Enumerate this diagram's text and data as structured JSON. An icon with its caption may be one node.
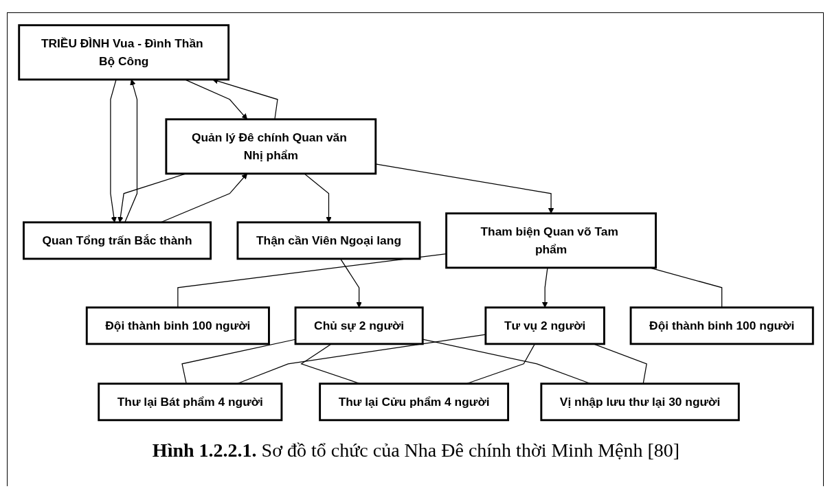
{
  "diagram": {
    "caption": "**Hình 1.2.2.1.** Sơ đồ tổ chức của Nha Đê chính thời Minh Mệnh [80]",
    "nodes": [
      {
        "text": [
          "TRIỀU ĐÌNH Vua - Đình Thần Bộ Công"
        ]
      },
      {
        "text": [
          "Quản lý Đê chính Quan văn Nhị phẩm"
        ]
      },
      {
        "text": [
          "Quan Tổng trấn Bắc thành"
        ]
      },
      {
        "text": [
          "Thận cần Viên Ngoại lang"
        ]
      },
      {
        "text": [
          "Tham biện Quan võ Tam phẩm"
        ]
      },
      {
        "text": [
          "Đội thành binh 100 người"
        ]
      },
      {
        "text": [
          "Chủ sự 2 người"
        ]
      },
      {
        "text": [
          "Tư vụ 2 người"
        ]
      },
      {
        "text": [
          "Đội thành binh 100 người"
        ]
      },
      {
        "text": [
          "Thư lại Bát phẩm 4 người"
        ]
      },
      {
        "text": [
          "Thư lại Cửu phẩm 4 người"
        ]
      },
      {
        "text": [
          "Vị nhập lưu thư lại 30 người"
        ]
      }
    ],
    "edges": [
      {
        "from": 1,
        "to": 0,
        "arrow": "to"
      },
      {
        "from": 0,
        "to": 1,
        "arrow": "to"
      },
      {
        "from": 0,
        "to": 2,
        "arrow": "to"
      },
      {
        "from": 2,
        "to": 0,
        "arrow": "to"
      },
      {
        "from": 1,
        "to": 2,
        "arrow": "to"
      },
      {
        "from": 2,
        "to": 1,
        "arrow": "to"
      },
      {
        "from": 1,
        "to": 3,
        "arrow": "to"
      },
      {
        "from": 1,
        "to": 4,
        "arrow": "to"
      },
      {
        "from": 4,
        "to": 5,
        "arrow": "none"
      },
      {
        "from": 4,
        "to": 8,
        "arrow": "none"
      },
      {
        "from": 3,
        "to": 6,
        "arrow": "to"
      },
      {
        "from": 4,
        "to": 7,
        "arrow": "to"
      },
      {
        "from": 6,
        "to": 9,
        "arrow": "none"
      },
      {
        "from": 6,
        "to": 10,
        "arrow": "none"
      },
      {
        "from": 6,
        "to": 11,
        "arrow": "none"
      },
      {
        "from": 7,
        "to": 9,
        "arrow": "none"
      },
      {
        "from": 7,
        "to": 10,
        "arrow": "none"
      },
      {
        "from": 7,
        "to": 11,
        "arrow": "none"
      }
    ]
  }
}
